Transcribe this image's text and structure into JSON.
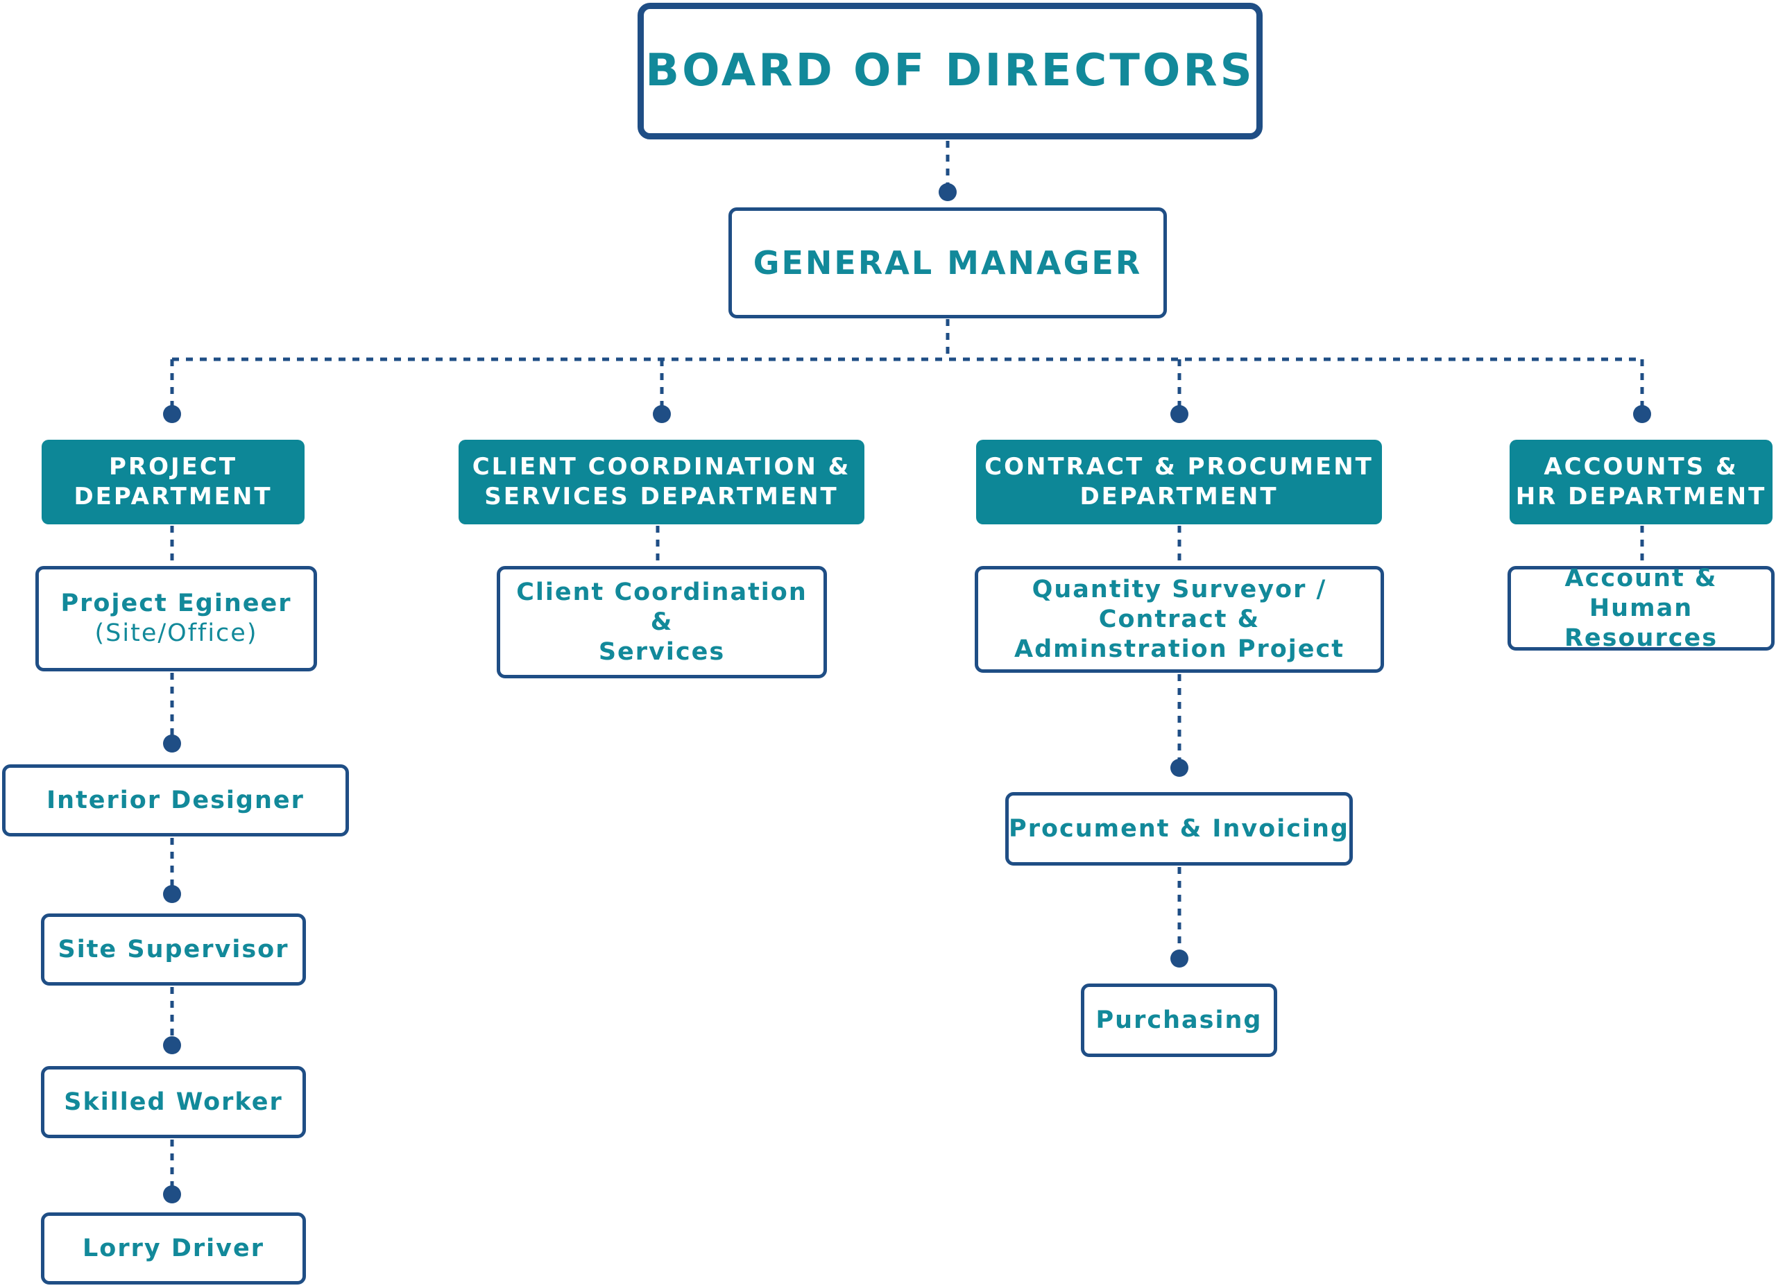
{
  "colors": {
    "line": "#1f4e85",
    "accent": "#0d8797",
    "text": "#12899a"
  },
  "board": {
    "title": "BOARD OF DIRECTORS"
  },
  "gm": {
    "title": "GENERAL MANAGER"
  },
  "departments": [
    {
      "name_line1": "PROJECT",
      "name_line2": "DEPARTMENT",
      "roles": [
        {
          "line1": "Project Egineer",
          "line2": "(Site/Office)"
        },
        {
          "line1": "Interior Designer"
        },
        {
          "line1": "Site Supervisor"
        },
        {
          "line1": "Skilled Worker"
        },
        {
          "line1": "Lorry Driver"
        }
      ]
    },
    {
      "name_line1": "CLIENT COORDINATION &",
      "name_line2": "SERVICES DEPARTMENT",
      "roles": [
        {
          "line1": "Client Coordination",
          "line2": "&",
          "line3": "Services"
        }
      ]
    },
    {
      "name_line1": "CONTRACT & PROCUMENT",
      "name_line2": "DEPARTMENT",
      "roles": [
        {
          "line1": "Quantity Surveyor /",
          "line2": "Contract &",
          "line3": "Adminstration Project"
        },
        {
          "line1": "Procument & Invoicing"
        },
        {
          "line1": "Purchasing"
        }
      ]
    },
    {
      "name_line1": "ACCOUNTS &",
      "name_line2": "HR DEPARTMENT",
      "roles": [
        {
          "line1": "Account &",
          "line2": "Human Resources"
        }
      ]
    }
  ]
}
